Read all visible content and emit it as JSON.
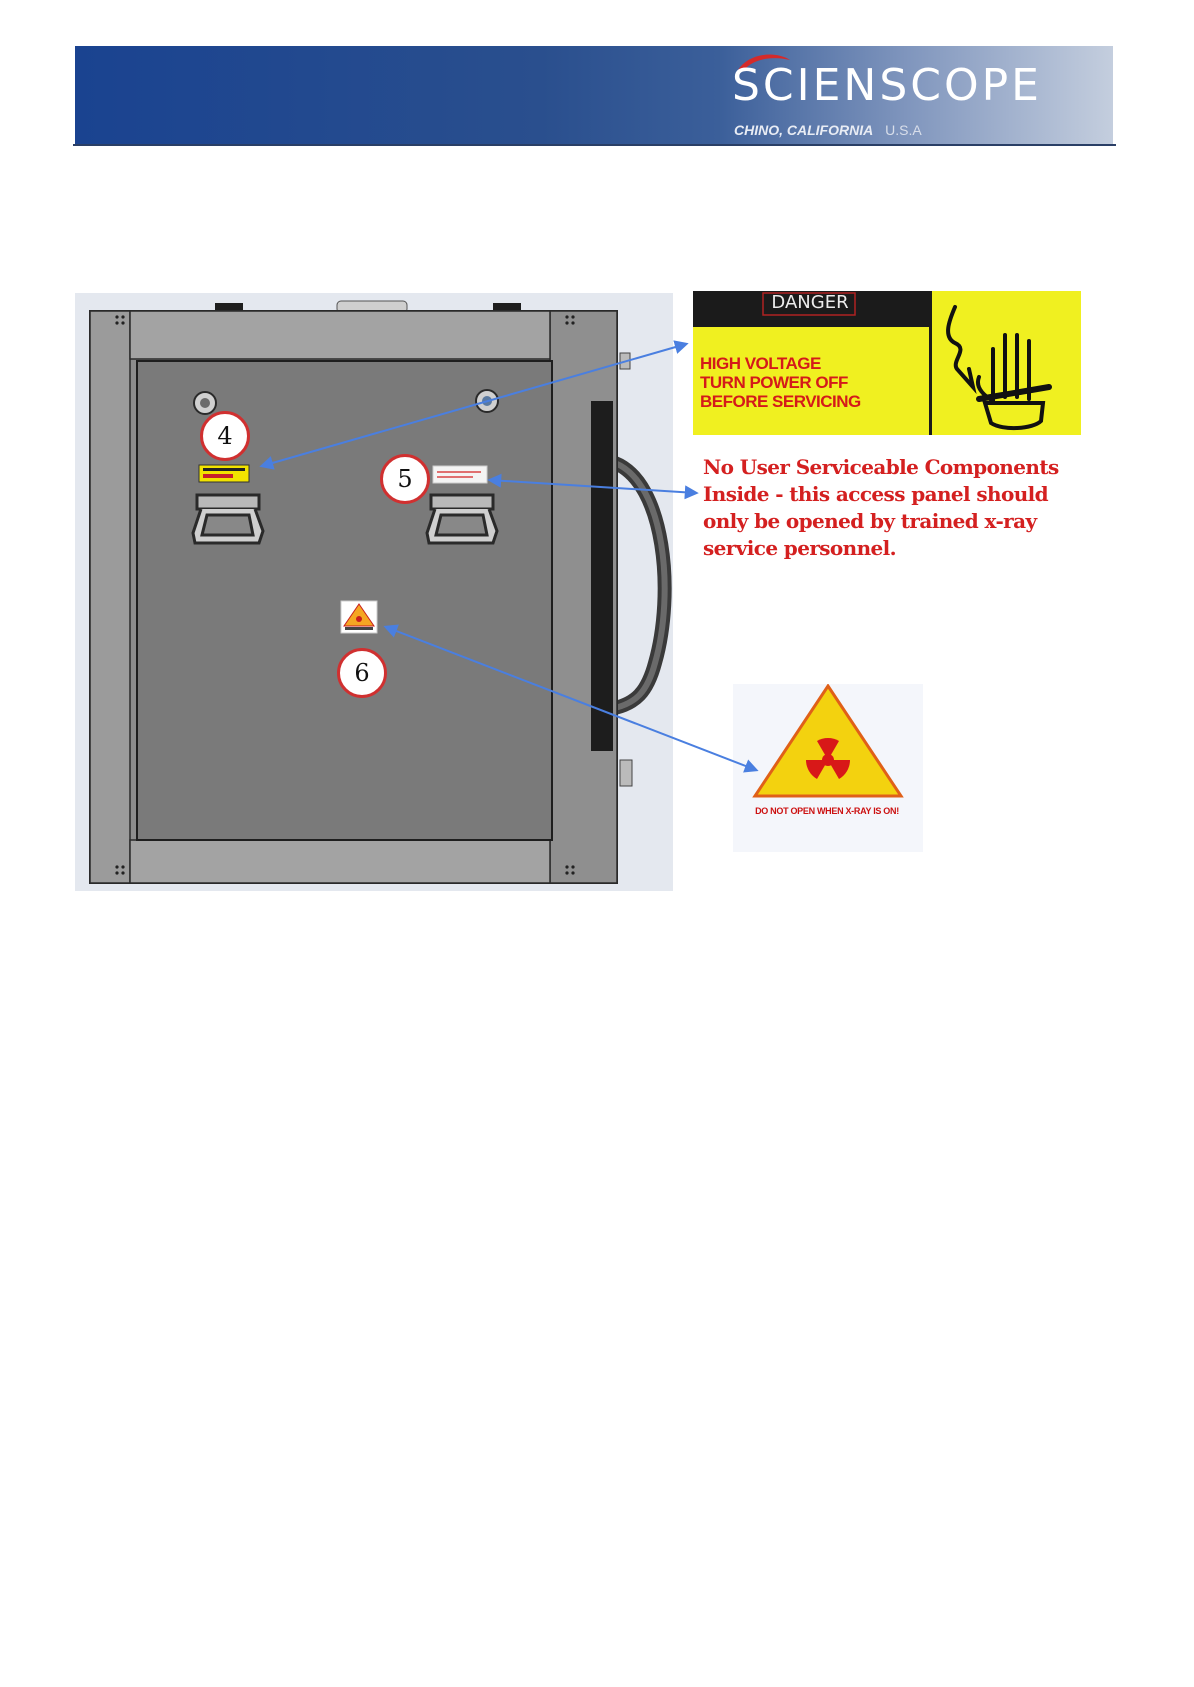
{
  "header": {
    "brand_name": "SCIENSCOPE",
    "location_city": "CHINO, CALIFORNIA",
    "location_country": "U.S.A"
  },
  "callouts": {
    "label_4": "4",
    "label_5": "5",
    "label_6": "6"
  },
  "danger_sign": {
    "heading": "DANGER",
    "line_1": "HIGH VOLTAGE",
    "line_2": "TURN POWER OFF",
    "line_3": "BEFORE SERVICING"
  },
  "notice": {
    "line_1": "No User Serviceable Components",
    "line_2": "Inside - this access panel should",
    "line_3": "only be opened by trained x-ray",
    "line_4": "service personnel."
  },
  "radiation_sign": {
    "caption": "DO NOT OPEN WHEN X-RAY IS ON!"
  },
  "colors": {
    "banner_blue": "#1a4390",
    "warning_yellow": "#f0f020",
    "warning_red": "#d42020",
    "arrow_blue": "#4a7fe0",
    "panel_gray": "#8a8a8a"
  }
}
